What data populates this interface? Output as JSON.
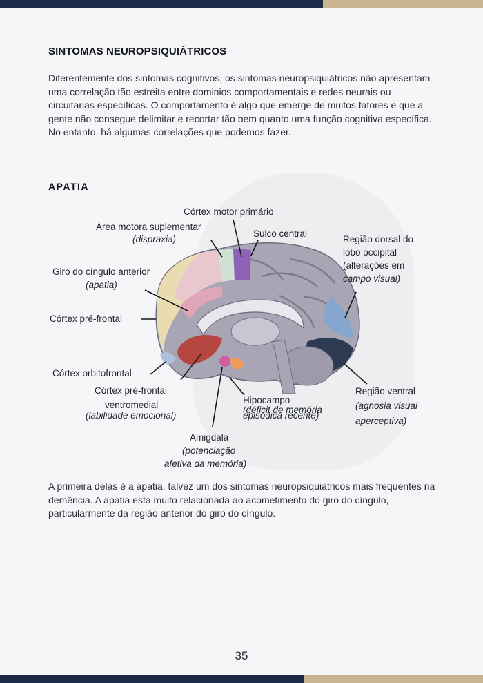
{
  "header": {
    "title": "SINTOMAS NEUROPSIQUIÁTRICOS"
  },
  "intro": "Diferentemente dos sintomas cognitivos, os sintomas neuropsiquiátricos não apresentam uma correlação tão estreita entre dominios comportamentais e redes neurais ou circuitarias específicas. O comportamento é algo que emerge de muitos fatores e que a gente não consegue delimitar e recortar tão bem quanto uma função cognitiva específica. No entanto, há algumas correlações que podemos fazer.",
  "section": {
    "title": "APATIA"
  },
  "figure": {
    "labels": {
      "motor_cortex": "Córtex motor primário",
      "supplementary_motor": "Área motora suplementar",
      "supplementary_motor_note": "(dispraxia)",
      "central_sulcus": "Sulco central",
      "dorsal_occipital_1": "Região dorsal do",
      "dorsal_occipital_2": "lobo occipital",
      "dorsal_occipital_3": "(alterações em",
      "dorsal_occipital_4": "campo visual)",
      "anterior_cingulate": "Giro do cíngulo anterior",
      "anterior_cingulate_note": "(apatia)",
      "prefrontal": "Córtex pré-frontal",
      "orbitofrontal": "Córtex orbitofrontal",
      "vmpfc_1": "Córtex pré-frontal",
      "vmpfc_2": "ventromedial",
      "vmpfc_note": "(labilidade emocional)",
      "hippocampus": "Hipocampo",
      "hippocampus_note_1": "(déficit de memória",
      "hippocampus_note_2": "episódica recente)",
      "amygdala": "Amigdala",
      "amygdala_note_1": "(potenciação",
      "amygdala_note_2": "afetiva da memória)",
      "ventral_region": "Região ventral",
      "ventral_note_1": "(agnosia visual",
      "ventral_note_2": "aperceptiva)"
    }
  },
  "outro": "A primeira delas é a apatia, talvez um dos sintomas neuropsiquiátricos mais frequentes na demência. A apatia está muito relacionada ao acometimento do giro do cíngulo, particularmente da região anterior do giro do cíngulo.",
  "footer": {
    "page_number": "35"
  },
  "colors": {
    "navy": "#1c2b4a",
    "gold": "#c9b48f"
  }
}
